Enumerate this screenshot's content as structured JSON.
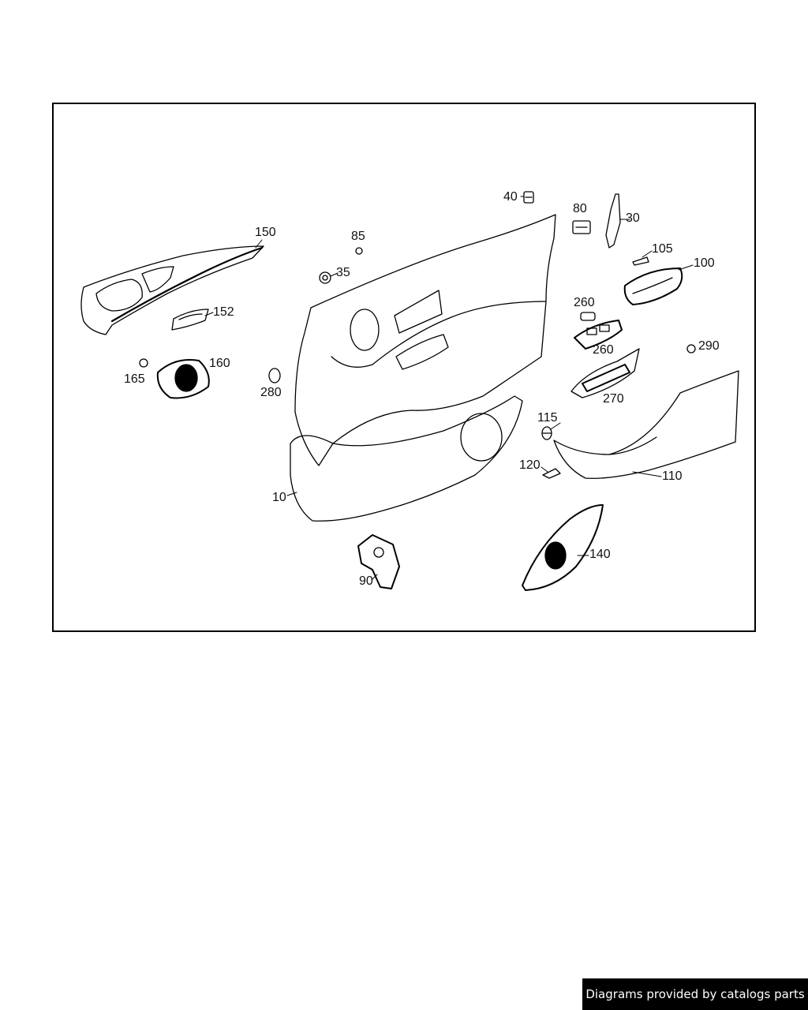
{
  "diagram": {
    "callouts": [
      "150",
      "152",
      "160",
      "165",
      "280",
      "85",
      "35",
      "40",
      "80",
      "30",
      "105",
      "100",
      "260",
      "260",
      "290",
      "270",
      "115",
      "120",
      "110",
      "10",
      "90",
      "140"
    ]
  },
  "footer": {
    "text": "Diagrams provided by catalogs parts"
  },
  "colors": {
    "stroke": "#000000",
    "background": "#ffffff",
    "badge": "#000000"
  }
}
